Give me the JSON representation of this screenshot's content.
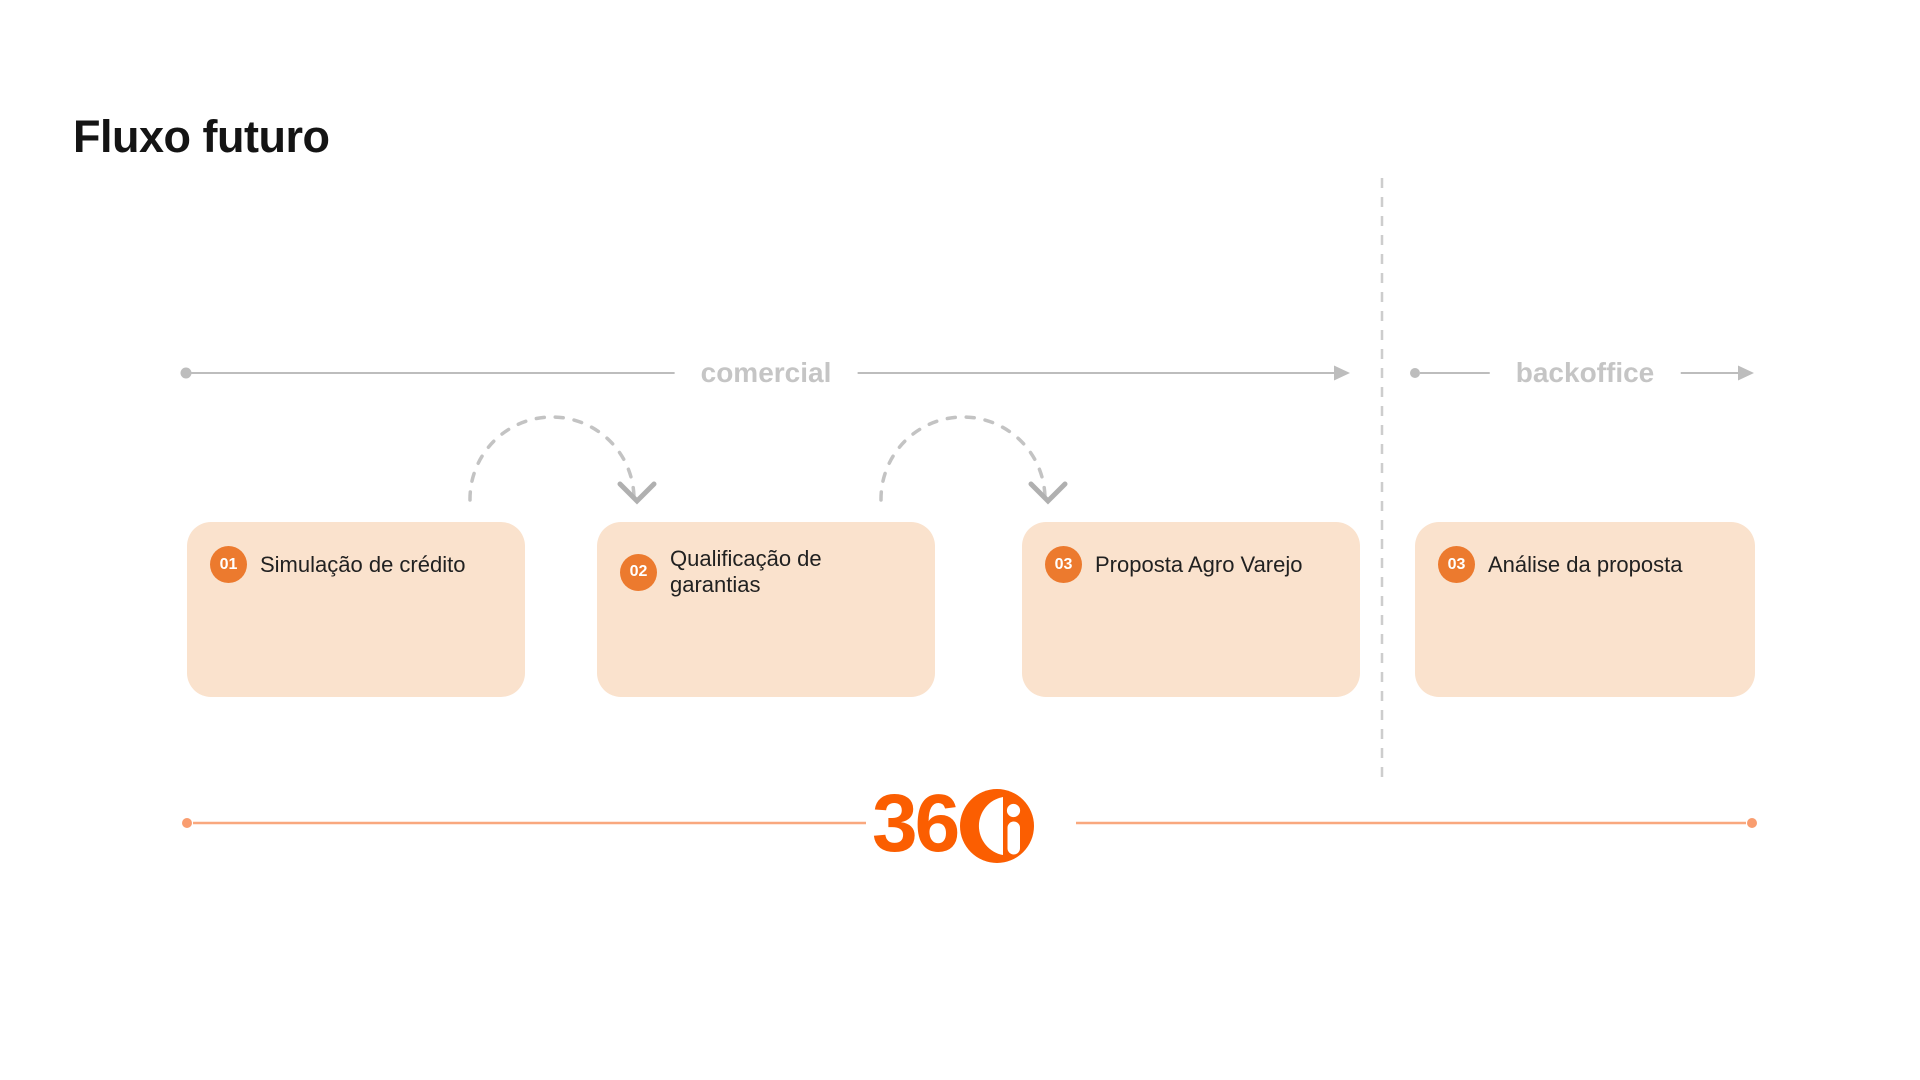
{
  "page": {
    "title": "Fluxo futuro"
  },
  "flow": {
    "sections": [
      {
        "label": "comercial"
      },
      {
        "label": "backoffice"
      }
    ],
    "cards": [
      {
        "number": "01",
        "label": "Simulação de crédito"
      },
      {
        "number": "02",
        "label": "Qualificação de garantias"
      },
      {
        "number": "03",
        "label": "Proposta Agro Varejo"
      },
      {
        "number": "03",
        "label": "Análise da proposta"
      }
    ]
  },
  "logo": {
    "prefix": "36",
    "letter": "i",
    "full_text": "360i"
  },
  "colors": {
    "card_bg": "#fae2cd",
    "badge_orange": "#ec7a2e",
    "logo_orange": "#fb5e01",
    "axis_gray": "#bdbdbd",
    "axis_label_gray": "#c5c5c5",
    "divider_gray": "#cdcdcd",
    "arc_gray": "#c3c3c3",
    "footer_line": "#f9a87e",
    "footer_dot": "#f99d6f",
    "title_color": "#141414"
  }
}
